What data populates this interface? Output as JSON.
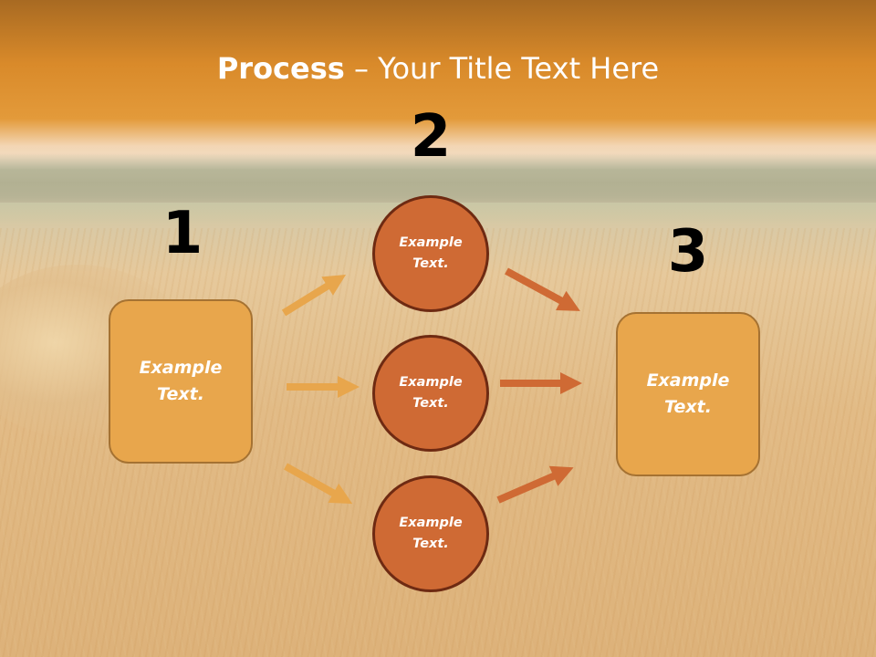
{
  "slide": {
    "title_bold": "Process",
    "title_rest": " – Your Title Text Here"
  },
  "steps": [
    {
      "number": "1"
    },
    {
      "number": "2"
    },
    {
      "number": "3"
    }
  ],
  "nodes": {
    "left_box": "Example\nText.",
    "circle_top": "Example\nText.",
    "circle_middle": "Example\nText.",
    "circle_bottom": "Example\nText.",
    "right_box": "Example\nText."
  },
  "colors": {
    "box_fill": "#e8a64c",
    "circle_fill": "#cf6a34",
    "arrow_light": "#e8a64c",
    "arrow_dark": "#cf6a34"
  }
}
